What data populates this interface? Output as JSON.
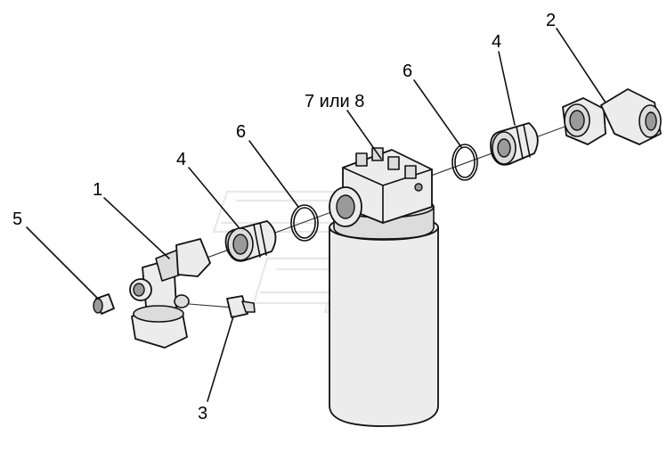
{
  "labels": {
    "part_1": "1",
    "part_2": "2",
    "part_3": "3",
    "part_4_left": "4",
    "part_4_right": "4",
    "part_5": "5",
    "part_6_left": "6",
    "part_6_right": "6",
    "part_7_or_8": "7 или 8"
  },
  "colors": {
    "line": "#111111",
    "fill_light": "#ececec",
    "fill_mid": "#dcdcdc",
    "fill_dark": "#9a9a9a",
    "watermark": "#e8e8e8"
  }
}
